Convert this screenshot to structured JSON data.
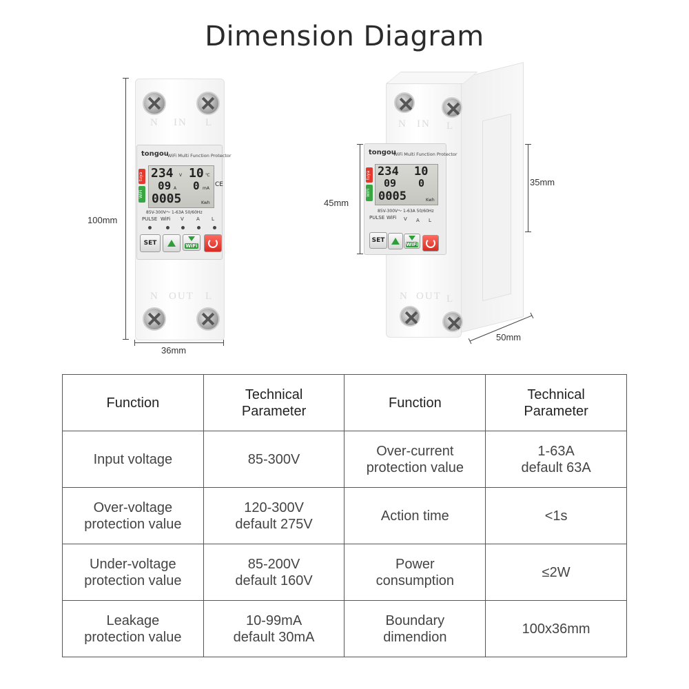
{
  "title": "Dimension Diagram",
  "dimensions": {
    "height": "100mm",
    "width": "36mm",
    "panel_height": "45mm",
    "depth_step": "35mm",
    "depth": "50mm"
  },
  "device": {
    "brand": "tongou",
    "subtitle": "WiFi Multi Function Protector",
    "top_labels": [
      "N",
      "IN",
      "L"
    ],
    "bottom_labels": [
      "N",
      "OUT",
      "L"
    ],
    "lcd": {
      "voltage": "234",
      "voltage_unit": "V",
      "temp": "10",
      "temp_unit": "℃",
      "current": "09",
      "current_unit": "A",
      "leak": "0",
      "leak_unit": "mA",
      "energy": "0005",
      "energy_unit": "Kwh"
    },
    "tuya": "tuya",
    "wifi_badge": "WiFi",
    "ce": "CE",
    "spec_line": "85V-300V～ 1-63A 50/60Hz",
    "indicators": [
      "PULSE",
      "WiFi",
      "V",
      "A",
      "L"
    ],
    "buttons": {
      "set": "SET",
      "wifi": "WiFi"
    }
  },
  "table": {
    "headers": [
      [
        "Function"
      ],
      [
        "Technical",
        "Parameter"
      ],
      [
        "Function"
      ],
      [
        "Technical",
        "Parameter"
      ]
    ],
    "rows": [
      [
        [
          "Input voltage"
        ],
        [
          "85-300V"
        ],
        [
          "Over-current",
          "protection value"
        ],
        [
          "1-63A",
          "default 63A"
        ]
      ],
      [
        [
          "Over-voltage",
          "protection value"
        ],
        [
          "120-300V",
          "default 275V"
        ],
        [
          "Action time"
        ],
        [
          "<1s"
        ]
      ],
      [
        [
          "Under-voltage",
          "protection value"
        ],
        [
          "85-200V",
          "default 160V"
        ],
        [
          "Power",
          "consumption"
        ],
        [
          "≤2W"
        ]
      ],
      [
        [
          "Leakage",
          "protection value"
        ],
        [
          "10-99mA",
          "default 30mA"
        ],
        [
          "Boundary",
          "dimendion"
        ],
        [
          "100x36mm"
        ]
      ]
    ]
  }
}
